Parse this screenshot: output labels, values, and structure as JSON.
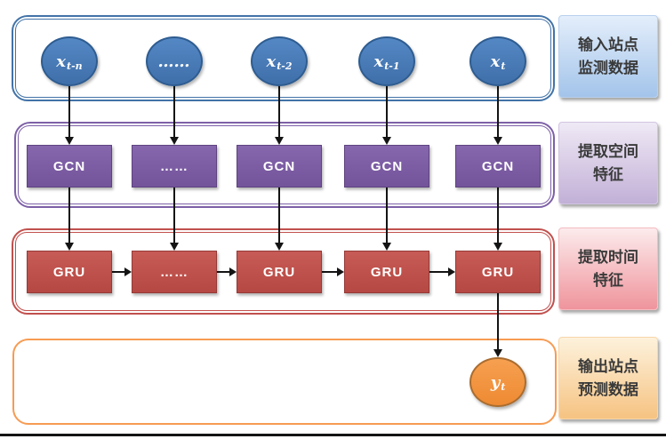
{
  "diagram": {
    "nodes": {
      "columns": [
        {
          "input_base": "x",
          "input_sub": "t-n",
          "gcn": "GCN",
          "gru": "GRU"
        },
        {
          "input_base": "……",
          "input_sub": "",
          "gcn": "……",
          "gru": "……"
        },
        {
          "input_base": "x",
          "input_sub": "t-2",
          "gcn": "GCN",
          "gru": "GRU"
        },
        {
          "input_base": "x",
          "input_sub": "t-1",
          "gcn": "GCN",
          "gru": "GRU"
        },
        {
          "input_base": "x",
          "input_sub": "t",
          "gcn": "GCN",
          "gru": "GRU"
        }
      ],
      "output": {
        "base": "y",
        "sub": "t"
      }
    },
    "side_labels": [
      {
        "line1": "输入站点",
        "line2": "监测数据"
      },
      {
        "line1": "提取空间",
        "line2": "特征"
      },
      {
        "line1": "提取时间",
        "line2": "特征"
      },
      {
        "line1": "输出站点",
        "line2": "预测数据"
      }
    ],
    "colors": {
      "input_node_fill": "#4779b4",
      "input_container_border": "#4273a8",
      "gcn_fill": "#7c5ca1",
      "gcn_container_border": "#7d60a7",
      "gru_fill": "#c0504b",
      "gru_container_border": "#c0504d",
      "output_node_fill": "#f0913e",
      "output_container_border": "#f79b52",
      "label_blue": "#a3c4ea",
      "label_purple": "#c2b0d7",
      "label_pink": "#ef949c",
      "label_orange": "#f6c382",
      "arrow": "#141414"
    }
  }
}
